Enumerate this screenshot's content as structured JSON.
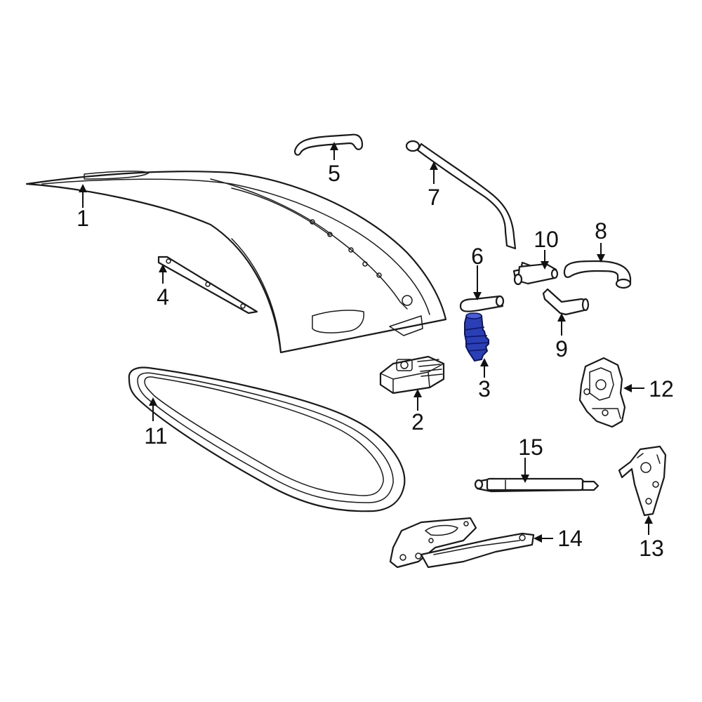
{
  "callouts": {
    "c1": "1",
    "c2": "2",
    "c3": "3",
    "c4": "4",
    "c5": "5",
    "c6": "6",
    "c7": "7",
    "c8": "8",
    "c9": "9",
    "c10": "10",
    "c11": "11",
    "c12": "12",
    "c13": "13",
    "c14": "14",
    "c15": "15"
  },
  "colors": {
    "line": "#1a1a1a",
    "highlight_fill": "#2a3fb5",
    "highlight_stroke": "#0d1560",
    "background": "#ffffff"
  },
  "highlighted_part": "3"
}
